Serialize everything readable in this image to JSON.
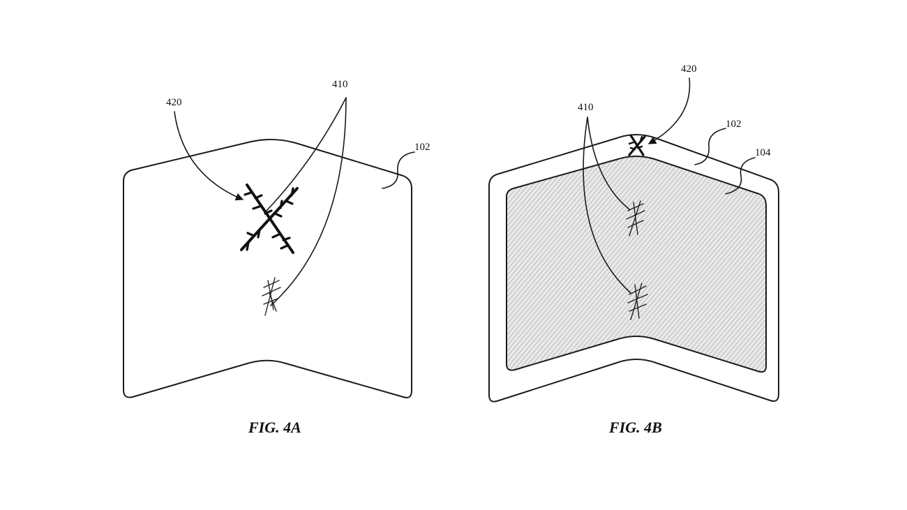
{
  "figures": [
    {
      "id": "fig-4a",
      "caption": "FIG. 4A",
      "labels": {
        "crease_x": "420",
        "crease_small": "410",
        "housing": "102"
      }
    },
    {
      "id": "fig-4b",
      "caption": "FIG. 4B",
      "labels": {
        "crease_x": "420",
        "crease_small": "410",
        "housing": "102",
        "display": "104"
      }
    }
  ]
}
